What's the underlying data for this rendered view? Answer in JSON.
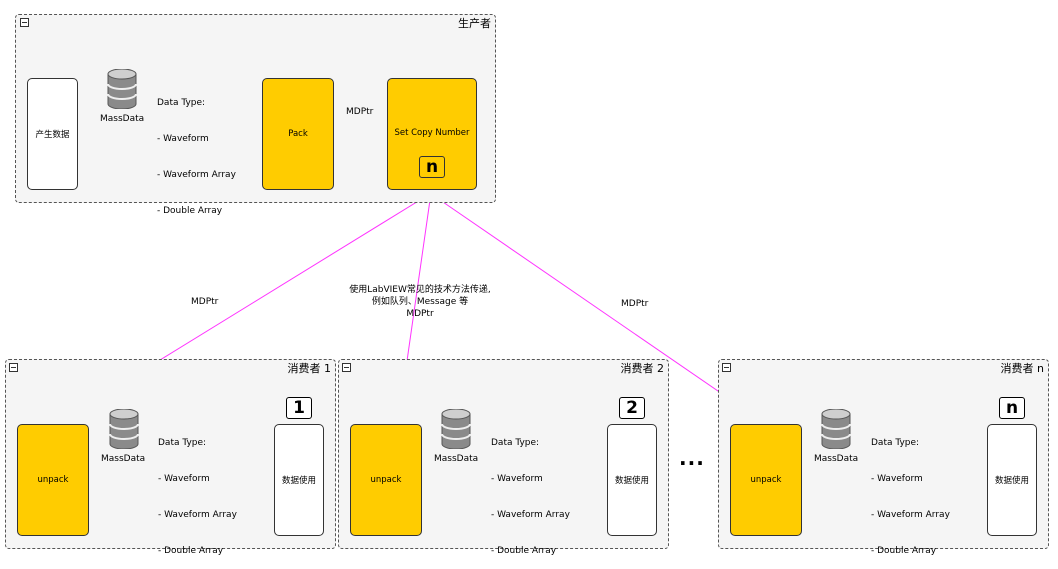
{
  "producer": {
    "title": "生产者",
    "source_label": "产生数据",
    "db_label": "MassData",
    "data_type": {
      "heading": "Data Type:",
      "items": [
        "- Waveform",
        "- Waveform Array",
        "- Double Array"
      ]
    },
    "pack_label": "Pack",
    "link_label": "MDPtr",
    "copy_label": "Set Copy Number",
    "copy_badge": "n"
  },
  "transport": {
    "left_label": "MDPtr",
    "center_label": [
      "使用LabVIEW常见的技术方法传递,",
      "例如队列、Message 等",
      "MDPtr"
    ],
    "right_label": "MDPtr"
  },
  "consumers": [
    {
      "title": "消费者 1",
      "badge": "1",
      "unpack_label": "unpack",
      "db_label": "MassData",
      "data_type": {
        "heading": "Data Type:",
        "items": [
          "- Waveform",
          "- Waveform Array",
          "- Double Array"
        ]
      },
      "sink_label": "数据使用"
    },
    {
      "title": "消费者 2",
      "badge": "2",
      "unpack_label": "unpack",
      "db_label": "MassData",
      "data_type": {
        "heading": "Data Type:",
        "items": [
          "- Waveform",
          "- Waveform Array",
          "- Double Array"
        ]
      },
      "sink_label": "数据使用"
    },
    {
      "title": "消费者 n",
      "badge": "n",
      "unpack_label": "unpack",
      "db_label": "MassData",
      "data_type": {
        "heading": "Data Type:",
        "items": [
          "- Waveform",
          "- Waveform Array",
          "- Double Array"
        ]
      },
      "sink_label": "数据使用"
    }
  ],
  "ellipsis": "...",
  "colors": {
    "node_fill": "#ffcc00",
    "massdata_arrow": "#8b3a62",
    "pointer_arrow": "#ff33ff"
  }
}
